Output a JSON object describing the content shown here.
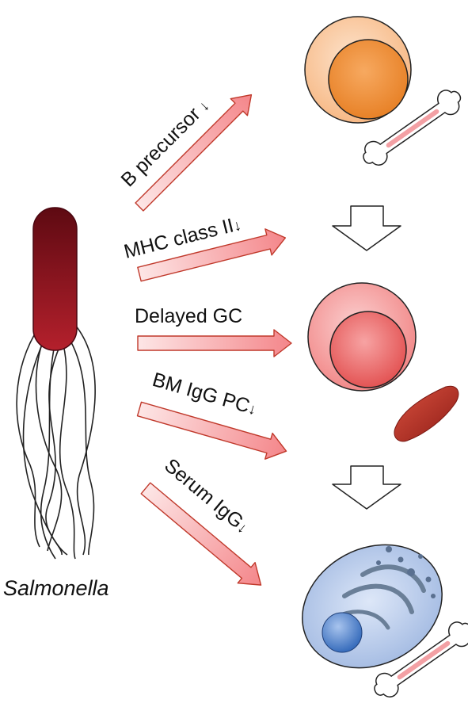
{
  "organism": {
    "label": "Salmonella",
    "icon": "bacterium-icon"
  },
  "effects": [
    {
      "id": "b-precursor",
      "label": "B precursor",
      "indicator": "↓"
    },
    {
      "id": "mhc-class-ii",
      "label": "MHC class II",
      "indicator": "↓"
    },
    {
      "id": "delayed-gc",
      "label": "Delayed GC",
      "indicator": ""
    },
    {
      "id": "bm-igg-pc",
      "label": "BM IgG PC",
      "indicator": "↓"
    },
    {
      "id": "serum-igg",
      "label": "Serum IgG",
      "indicator": "↓"
    }
  ],
  "cells": [
    {
      "stage": "b-precursor-cell",
      "icon": "bone-icon"
    },
    {
      "stage": "activated-b-cell",
      "icon": "spleen-icon"
    },
    {
      "stage": "plasma-cell",
      "icon": "bone-icon"
    }
  ],
  "colors": {
    "bacterium": "#8b0f1a",
    "arrow_fill": "#f7a8a8",
    "precursor_cell": "#f6b27a",
    "activated_cell": "#f07d7d",
    "plasma_cell": "#a9c0e6",
    "spleen": "#b8302a"
  }
}
